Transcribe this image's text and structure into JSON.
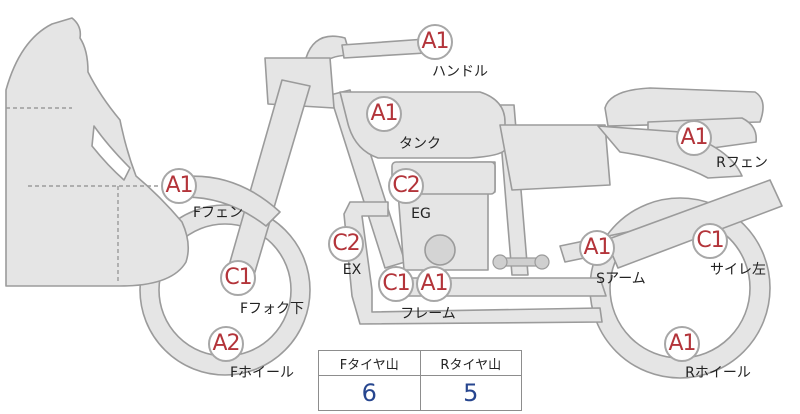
{
  "colors": {
    "body": "#e5e5e5",
    "outline": "#9b9b9b",
    "grade_text": "#b3343a",
    "value_text": "#27468f"
  },
  "parts": [
    {
      "id": "handle",
      "grade": "A1",
      "label": "ハンドル"
    },
    {
      "id": "tank",
      "grade": "A1",
      "label": "タンク"
    },
    {
      "id": "r-fender",
      "grade": "A1",
      "label": "Rフェン"
    },
    {
      "id": "f-fender",
      "grade": "A1",
      "label": "Fフェン"
    },
    {
      "id": "engine",
      "grade": "C2",
      "label": "EG"
    },
    {
      "id": "exhaust",
      "grade": "C2",
      "label": "EX"
    },
    {
      "id": "f-fork-lower",
      "grade": "C1",
      "label": "Fフォク下"
    },
    {
      "id": "frame",
      "grades": [
        "C1",
        "A1"
      ],
      "label": "フレーム"
    },
    {
      "id": "swing-arm",
      "grade": "A1",
      "label": "Sアーム"
    },
    {
      "id": "silencer-left",
      "grade": "C1",
      "label": "サイレ左"
    },
    {
      "id": "f-wheel",
      "grade": "A2",
      "label": "Fホイール"
    },
    {
      "id": "r-wheel",
      "grade": "A1",
      "label": "Rホイール"
    }
  ],
  "tread_table": {
    "headers": [
      "Fタイヤ山",
      "Rタイヤ山"
    ],
    "values": [
      "6",
      "5"
    ]
  }
}
